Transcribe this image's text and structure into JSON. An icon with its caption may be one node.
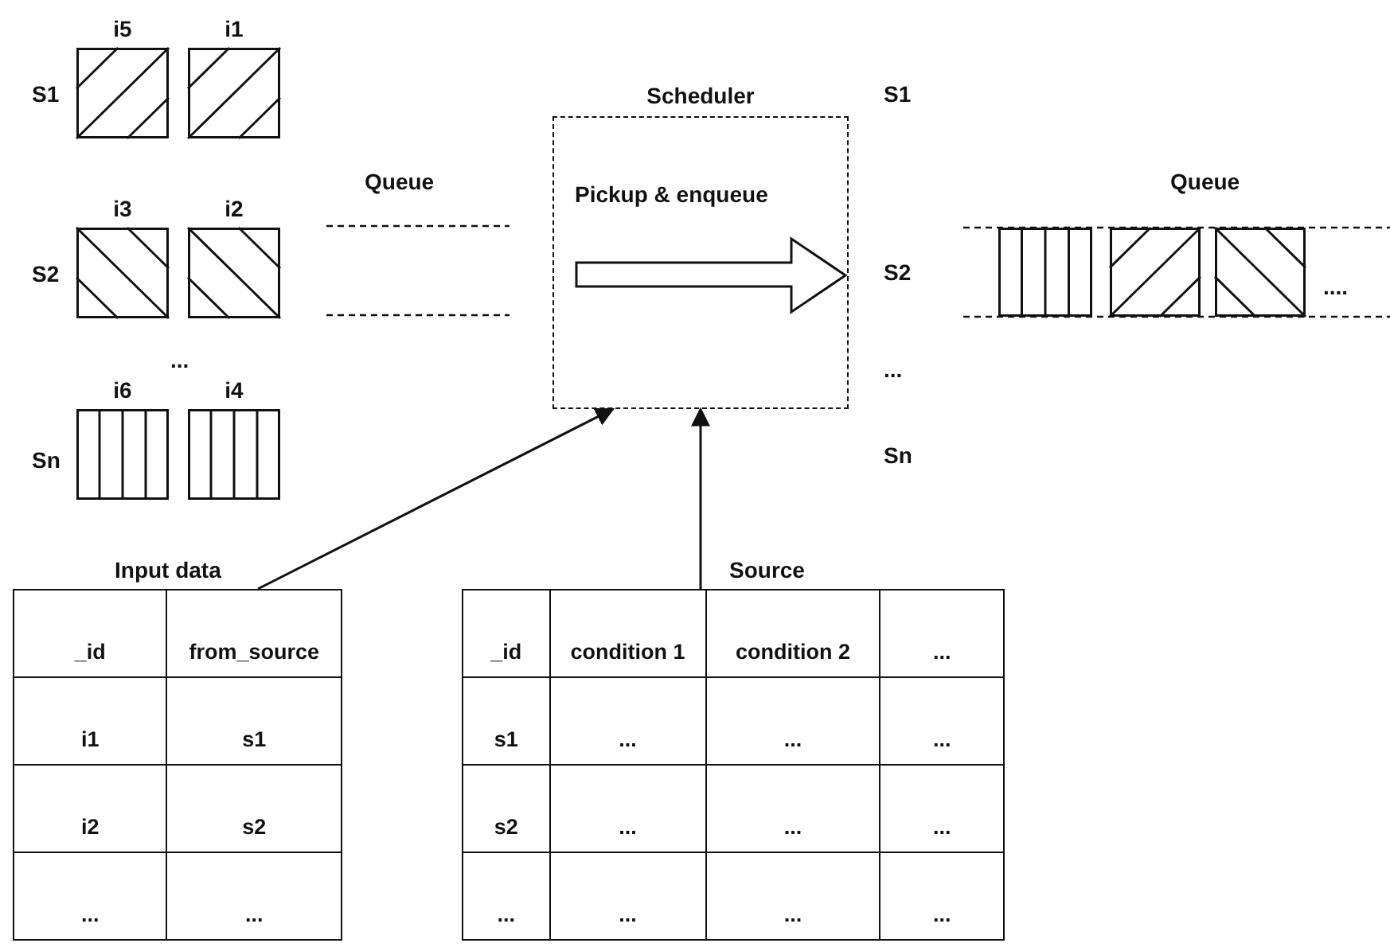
{
  "diagram": {
    "nodes": [
      {
        "text": [
          "i5"
        ]
      },
      {
        "text": [
          "i1"
        ]
      },
      {
        "text": [
          "i3"
        ]
      },
      {
        "text": [
          "i2"
        ]
      },
      {
        "text": [
          "i6"
        ]
      },
      {
        "text": [
          "i4"
        ]
      },
      {
        "text": [
          "Scheduler",
          "Pickup & enqueue"
        ]
      },
      {
        "text": [],
        "shape": "box"
      },
      {
        "text": [],
        "shape": "box"
      },
      {
        "text": [],
        "shape": "box"
      },
      {
        "text": [
          "Input data"
        ]
      },
      {
        "text": [
          "Source"
        ]
      }
    ],
    "edges": [
      {
        "from": 10,
        "to": 6,
        "arrow": "to"
      },
      {
        "from": 11,
        "to": 6,
        "arrow": "to"
      }
    ],
    "labels": [
      "S1",
      "S2",
      "...",
      "Sn",
      "Queue",
      "S1",
      "S2",
      "...",
      "Sn",
      "Queue",
      "....",
      "_id",
      "from_source",
      "i1",
      "s1",
      "i2",
      "s2",
      "...",
      "...",
      "_id",
      "condition 1",
      "condition 2",
      "...",
      "s1",
      "...",
      "...",
      "...",
      "s2",
      "...",
      "...",
      "...",
      "...",
      "...",
      "...",
      "..."
    ]
  }
}
